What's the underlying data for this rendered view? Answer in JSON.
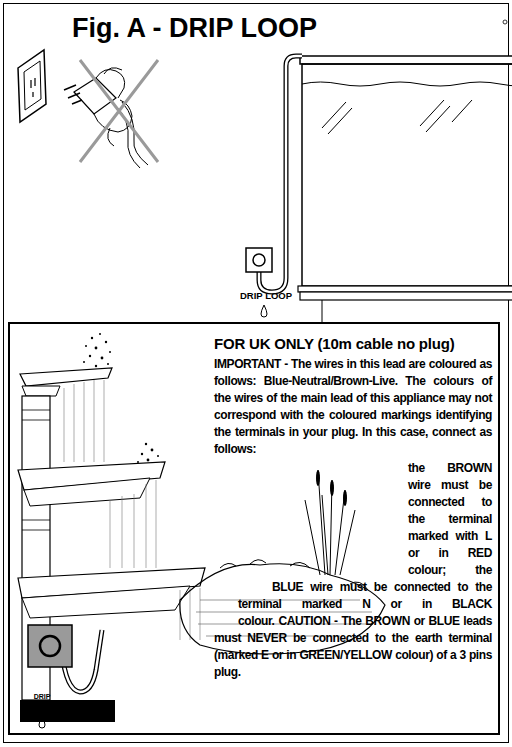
{
  "diagram": {
    "title": "Fig. A - DRIP LOOP",
    "nodes": [
      {
        "text": [
          "FOR UK ONLY (10m cable no plug)",
          "IMPORTANT - The wires in this lead are coloured as follows: Blue-Neutral/Brown-Live. The colours of the wires of the main lead of this appliance may not correspond with the coloured markings identifying the terminals in your plug. In this case, connect as follows:",
          "the BROWN wire must be connected to the terminal marked with L or in RED colour; the BLUE wire must be connected to the terminal marked N or in BLACK colour.",
          "CAUTION - The BROWN or BLUE leads must NEVER be connected to the earth terminal (marked E or in GREEN/YELLOW colour) of a 3 pins plug."
        ]
      }
    ],
    "labels": [
      "DRIP LOOP",
      "DRIP LOOP"
    ]
  }
}
